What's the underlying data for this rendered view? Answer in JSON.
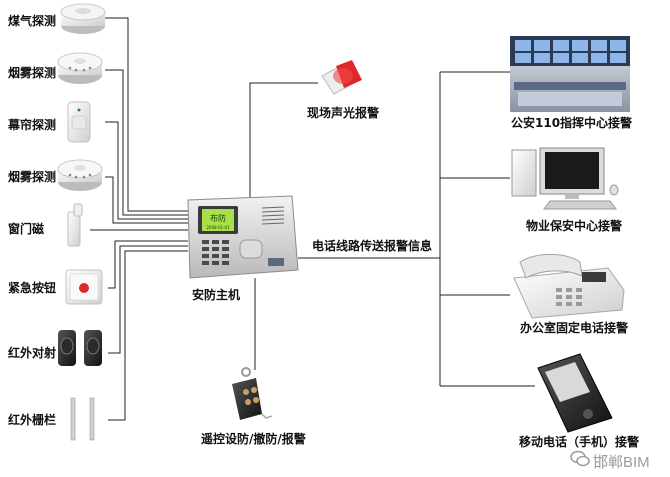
{
  "sensors": {
    "gas": "煤气探测",
    "smoke1": "烟雾探测",
    "curtain": "幕帘探测",
    "smoke2": "烟雾探测",
    "door": "窗门磁",
    "button": "紧急按钮",
    "ir_beam": "红外对射",
    "ir_fence": "红外栅栏"
  },
  "host": {
    "label": "安防主机",
    "screen_text": "布防",
    "screen_sub": "2008-01-01"
  },
  "siren": {
    "label": "现场声光报警"
  },
  "remote": {
    "label": "遥控设防/撤防/报警"
  },
  "line": {
    "label": "电话线路传送报警信息"
  },
  "receivers": {
    "police": "公安110指挥中心接警",
    "property": "物业保安中心接警",
    "office": "办公室固定电话接警",
    "mobile": "移动电话（手机）接警"
  },
  "watermark": {
    "text": "邯郸BIM"
  },
  "colors": {
    "line": "#222222",
    "lcd": "#a8e04a",
    "siren_red": "#e0282c",
    "button_red": "#d92c2c"
  }
}
